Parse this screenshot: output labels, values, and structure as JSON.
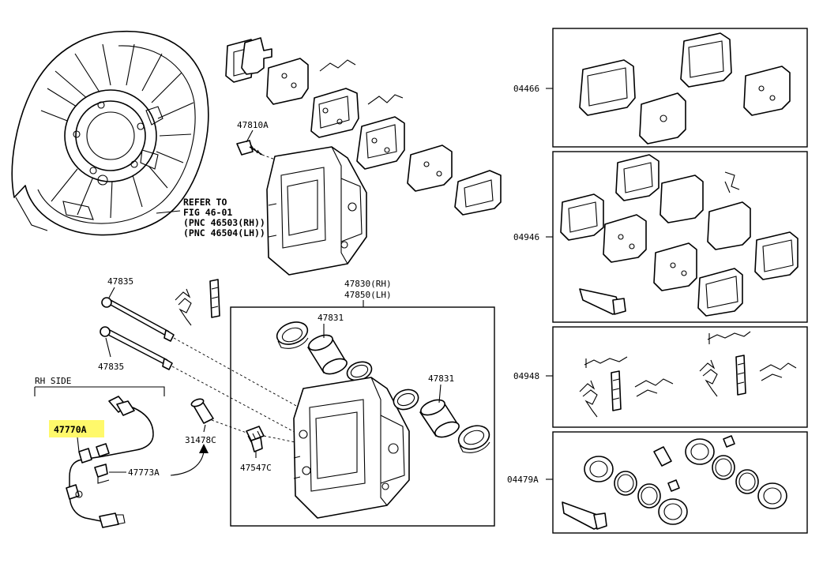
{
  "labels": {
    "shield_note_1": "REFER TO",
    "shield_note_2": "FIG 46-01",
    "shield_note_3": "(PNC 46503(RH))",
    "shield_note_4": "(PNC 46504(LH))",
    "bolt_47810a": "47810A",
    "pin_47835_top": "47835",
    "pin_47835_bottom": "47835",
    "caliper_rh": "47830(RH)",
    "caliper_lh": "47850(LH)",
    "piston_47831_top": "47831",
    "piston_47831_right": "47831",
    "rh_side": "RH SIDE",
    "sensor_47770a": "47770A",
    "clamp_47773a": "47773A",
    "boot_31478c": "31478C",
    "bleeder_47547c": "47547C",
    "kit_04466": "04466",
    "kit_04946": "04946",
    "kit_04948": "04948",
    "kit_04479a": "04479A"
  },
  "colors": {
    "highlight": "#fff96b",
    "line": "#000000",
    "background": "#ffffff"
  }
}
